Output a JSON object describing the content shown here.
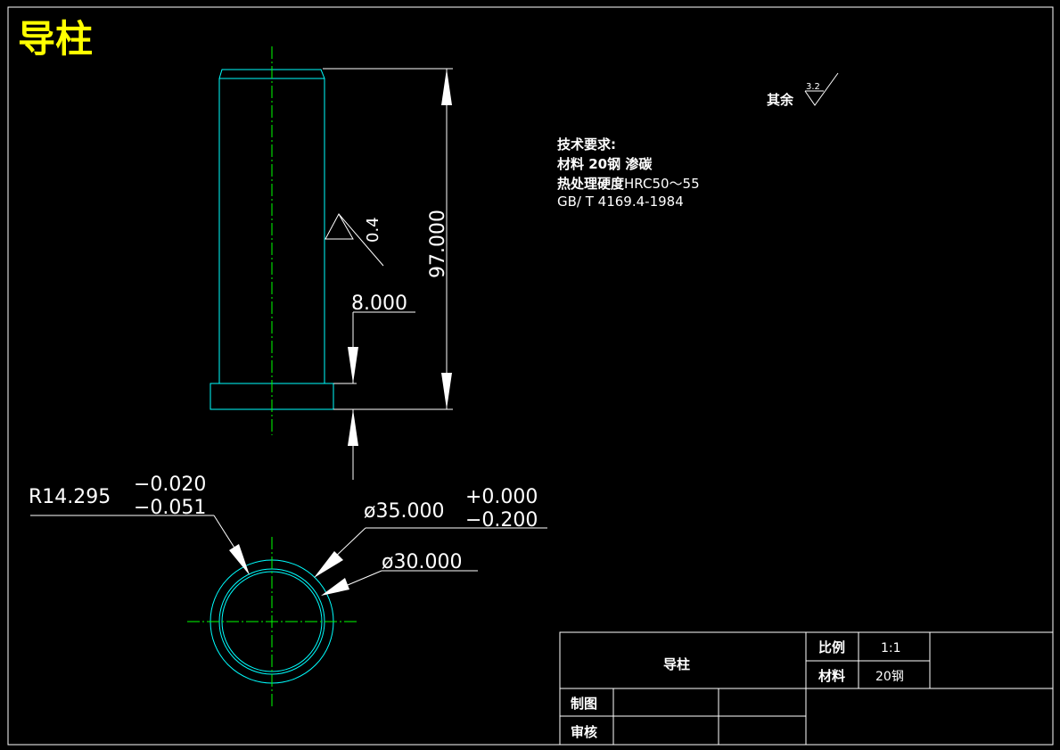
{
  "drawing": {
    "title": "导柱",
    "roughness_other_label": "其余",
    "roughness_other_value": "3.2",
    "roughness_face_value": "0.4"
  },
  "tech_requirements": {
    "heading": "技术要求:",
    "material_line": "材料 20钢 渗碳",
    "hardness_prefix": "热处理硬度",
    "hardness_value": "HRC50～55",
    "standard": "GB/ T 4169.4-1984"
  },
  "dimensions": {
    "length": "97.000",
    "flange_thickness": "8.000",
    "radius_base": "R14.295",
    "radius_upper_dev": "−0.020",
    "radius_lower_dev": "−0.051",
    "outer_dia_base": "ø35.000",
    "outer_dia_upper_dev": "+0.000",
    "outer_dia_lower_dev": "−0.200",
    "inner_dia": "ø30.000"
  },
  "title_block": {
    "part_name": "导柱",
    "scale_label": "比例",
    "scale_value": "1:1",
    "material_label": "材料",
    "material_value": "20钢",
    "drawn_label": "制图",
    "checked_label": "审核"
  }
}
